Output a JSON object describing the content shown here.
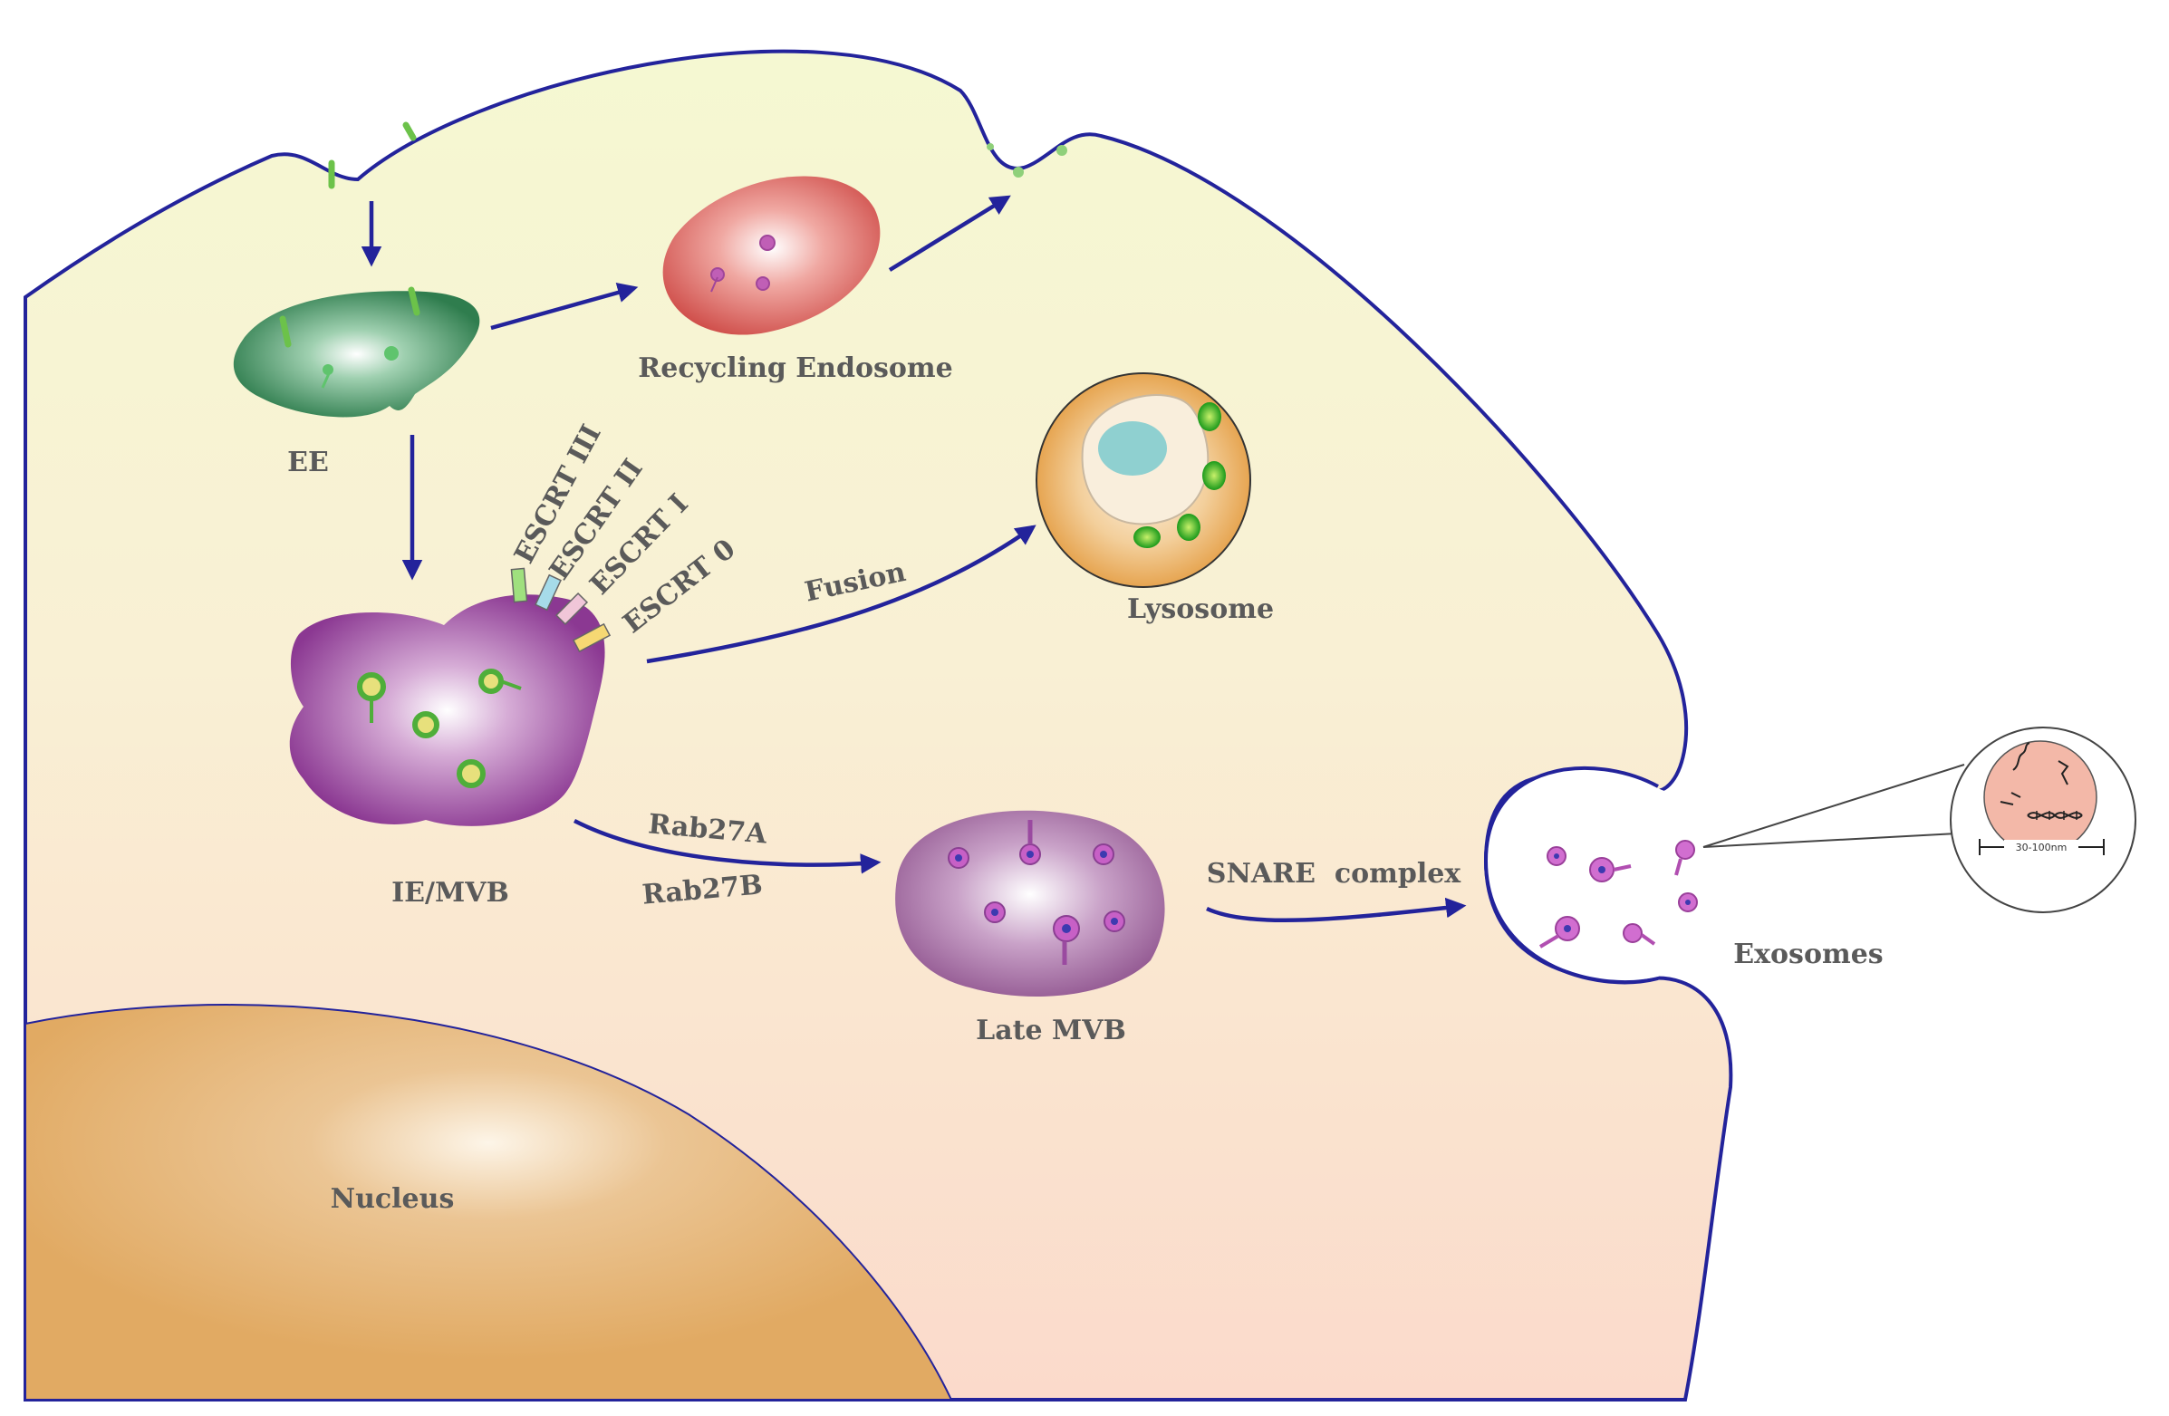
{
  "labels": {
    "ee": "EE",
    "recycling_endosome": "Recycling Endosome",
    "lysosome": "Lysosome",
    "fusion": "Fusion",
    "ie_mvb": "IE/MVB",
    "rab27a": "Rab27A",
    "rab27b": "Rab27B",
    "late_mvb": "Late MVB",
    "snare_complex": "SNARE  complex",
    "exosomes": "Exosomes",
    "nucleus": "Nucleus",
    "escrt_iii": "ESCRT III",
    "escrt_ii": "ESCRT II",
    "escrt_i": "ESCRT I",
    "escrt_0": "ESCRT 0",
    "size_scale": "30-100nm"
  },
  "colors": {
    "membrane": "#23239b",
    "cytoplasm_top": "#f7f9d6",
    "cytoplasm_bottom": "#fbdccb",
    "early_endosome": "#2f7d4e",
    "recycling_endosome": "#d9605b",
    "lysosome": "#e7a44c",
    "ie_mvb": "#8e3a94",
    "late_mvb": "#9c5f9a",
    "nucleus": "#e2ae68",
    "vesicle": "#c760c6",
    "escrt_iii": "#9fe07e",
    "escrt_ii": "#a6dbe9",
    "escrt_i": "#f0c6d8",
    "escrt_0": "#f6d873"
  }
}
